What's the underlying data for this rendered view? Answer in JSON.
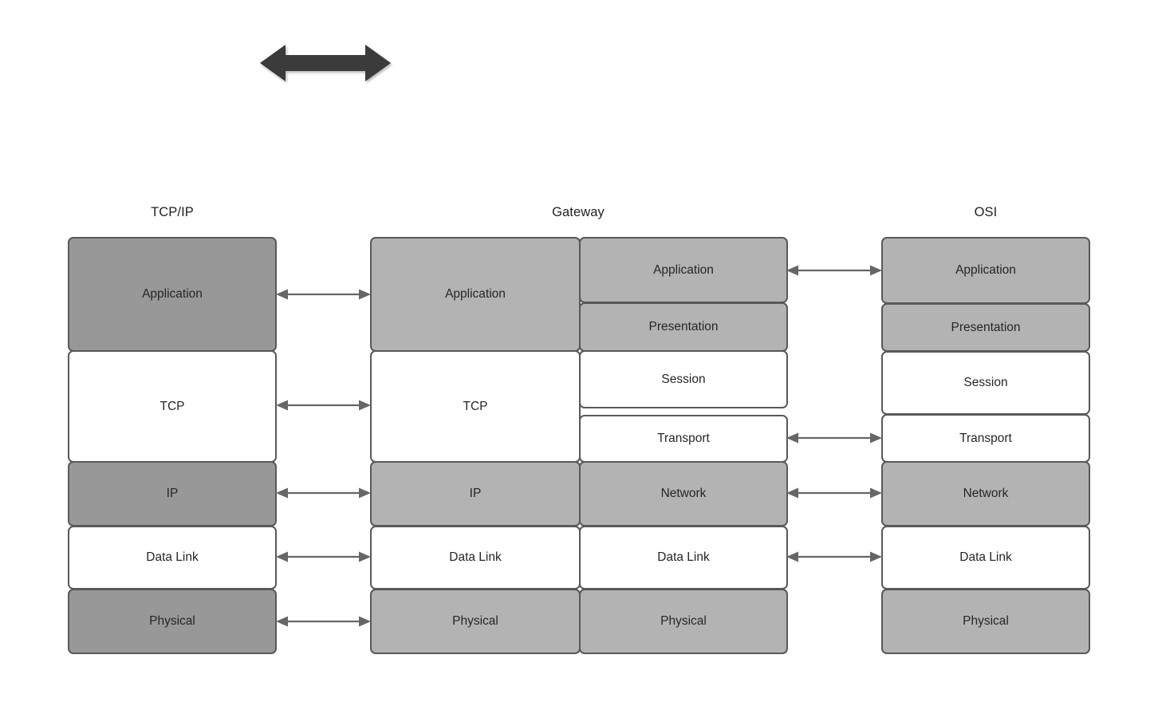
{
  "diagram": {
    "title_top_arrow": "bidirectional-communication-arrow",
    "columns": [
      {
        "name": "tcpip",
        "header": "TCP/IP",
        "layers": [
          {
            "label": "Application",
            "fill": "#989898"
          },
          {
            "label": "TCP",
            "fill": "#ffffff"
          },
          {
            "label": "IP",
            "fill": "#989898"
          },
          {
            "label": "Data Link",
            "fill": "#ffffff"
          },
          {
            "label": "Physical",
            "fill": "#989898"
          }
        ]
      },
      {
        "name": "gateway",
        "header": "Gateway",
        "left_stack": [
          {
            "label": "Application",
            "fill": "#b3b3b3"
          },
          {
            "label": "TCP",
            "fill": "#ffffff"
          },
          {
            "label": "IP",
            "fill": "#b3b3b3"
          },
          {
            "label": "Data Link",
            "fill": "#ffffff"
          },
          {
            "label": "Physical",
            "fill": "#b3b3b3"
          }
        ],
        "right_stack": [
          {
            "label": "Application",
            "fill": "#b3b3b3"
          },
          {
            "label": "Presentation",
            "fill": "#b3b3b3"
          },
          {
            "label": "Session",
            "fill": "#ffffff"
          },
          {
            "label": "Transport",
            "fill": "#ffffff"
          },
          {
            "label": "Network",
            "fill": "#b3b3b3"
          },
          {
            "label": "Data Link",
            "fill": "#ffffff"
          },
          {
            "label": "Physical",
            "fill": "#b3b3b3"
          }
        ]
      },
      {
        "name": "osi",
        "header": "OSI",
        "layers": [
          {
            "label": "Application",
            "fill": "#b3b3b3"
          },
          {
            "label": "Presentation",
            "fill": "#b3b3b3"
          },
          {
            "label": "Session",
            "fill": "#ffffff"
          },
          {
            "label": "Transport",
            "fill": "#ffffff"
          },
          {
            "label": "Network",
            "fill": "#b3b3b3"
          },
          {
            "label": "Data Link",
            "fill": "#ffffff"
          },
          {
            "label": "Physical",
            "fill": "#b3b3b3"
          }
        ]
      }
    ],
    "connectors_left": [
      "Application",
      "TCP",
      "IP",
      "Data Link",
      "Physical"
    ],
    "connectors_right": [
      "Application",
      "Transport",
      "Network",
      "Data Link"
    ],
    "colors": {
      "fill_dark": "#989898",
      "fill_light": "#b3b3b3",
      "fill_white": "#ffffff",
      "stroke": "#595959",
      "arrow": "#666666",
      "big_arrow": "#3a3a3a",
      "text": "#262626",
      "background": "#ffffff"
    }
  }
}
